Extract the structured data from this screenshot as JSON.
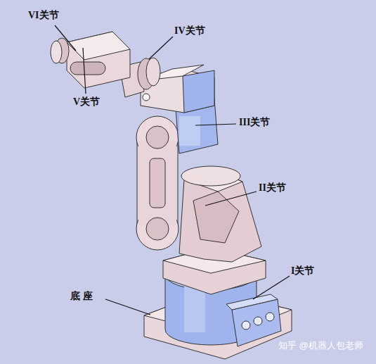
{
  "diagram": {
    "labels": [
      "VI关节",
      "IV关节",
      "V关节",
      "III关节",
      "II关节",
      "I关节",
      "底 座",
      "知乎 @机器人包老师"
    ]
  }
}
